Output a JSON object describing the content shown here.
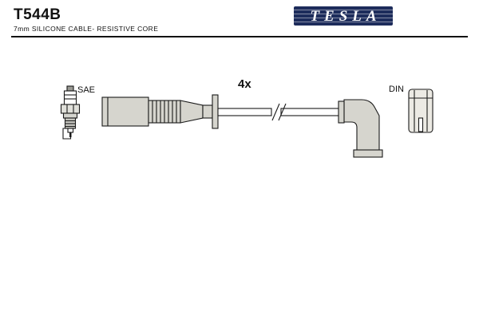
{
  "header": {
    "part_number": "T544B",
    "description": "7mm SILICONE CABLE- RESISTIVE CORE",
    "brand": "TESLA"
  },
  "diagram": {
    "quantity_label": "4x",
    "left_connector_label": "SAE",
    "right_connector_label": "DIN"
  },
  "colors": {
    "brand_background": "#1d2c5b",
    "boot_fill": "#d6d5ce",
    "metal_fill": "#eceae4",
    "line": "#1a1a1a"
  }
}
